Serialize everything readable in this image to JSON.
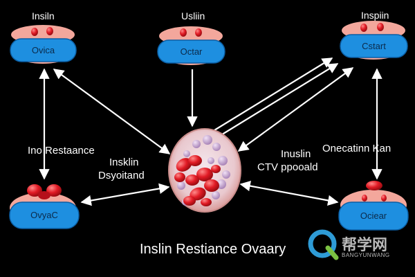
{
  "nodes": {
    "top_left": {
      "label": "Insiln",
      "pill": "Ovica"
    },
    "top_center": {
      "label": "Usliin",
      "pill": "Octar"
    },
    "top_right": {
      "label": "Inspiin",
      "pill": "Cstart"
    },
    "bottom_left": {
      "pill": "OvyaC"
    },
    "bottom_right": {
      "pill": "Ociear"
    }
  },
  "labels": {
    "left_1": "Ino Restaance",
    "left_2": "Insklin",
    "left_3": "Dsyoitand",
    "right_1": "Inuslin",
    "right_2": "CTV ppooald",
    "right_3": "Onecatinn Kan"
  },
  "caption": "Inslin Restiance Ovaary",
  "watermark": {
    "brand": "帮学网",
    "sub": "BANGYUNWANG"
  },
  "colors": {
    "background": "#000000",
    "pill": "#1e8fe0",
    "cap": "#f3a79c",
    "blob": "#e8202a",
    "arrow": "#ffffff"
  }
}
